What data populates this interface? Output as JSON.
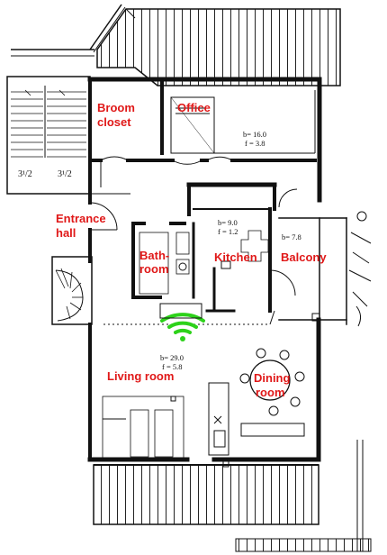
{
  "rooms": {
    "broom_closet": {
      "line1": "Broom",
      "line2": "closet"
    },
    "office": {
      "label": "Office",
      "area": "b= 16.0",
      "floor": "f = 3.8"
    },
    "entrance_hall": {
      "line1": "Entrance",
      "line2": "hall"
    },
    "bathroom": {
      "line1": "Bath-",
      "line2": "room"
    },
    "kitchen": {
      "label": "Kitchen",
      "area": "b= 9.0",
      "floor": "f = 1.2"
    },
    "balcony": {
      "label": "Balcony",
      "area": "b= 7.8"
    },
    "living_room": {
      "label": "Living room",
      "area": "b= 29.0",
      "floor": "f = 5.8"
    },
    "dining_room": {
      "line1": "Dining",
      "line2": "room"
    }
  },
  "stairs": {
    "left": "3¹/2",
    "right": "3¹/2"
  },
  "icons": {
    "router": "wifi-icon"
  },
  "colors": {
    "labels": "#e01818",
    "wifi": "#2dd21a",
    "walls": "#111111"
  }
}
